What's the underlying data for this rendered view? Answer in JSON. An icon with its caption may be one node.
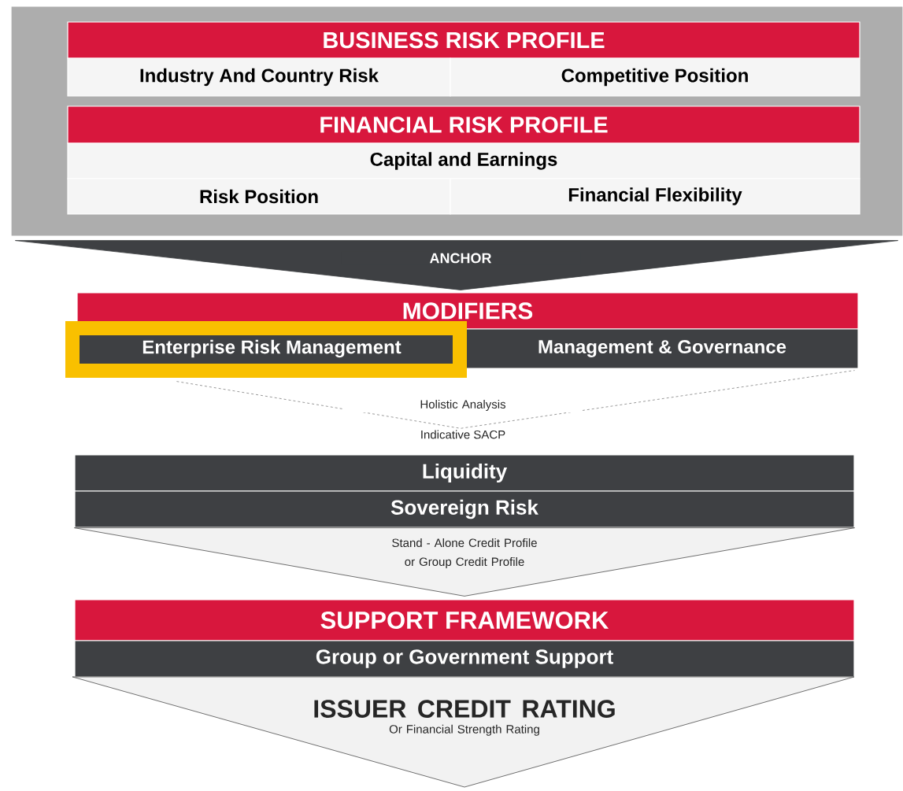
{
  "diagram": {
    "nodes": [
      {
        "text": [],
        "shape": "box"
      },
      {
        "text": [
          "BUSINESS RISK PROFILE"
        ],
        "in": 0
      },
      {
        "text": [
          "Industry And Country Risk"
        ],
        "in": 0
      },
      {
        "text": [
          "Competitive Position"
        ],
        "in": 0
      },
      {
        "text": [
          "FINANCIAL RISK PROFILE"
        ],
        "in": 0
      },
      {
        "text": [
          "Capital and Earnings"
        ],
        "in": 0
      },
      {
        "text": [
          "Risk Position"
        ],
        "in": 0
      },
      {
        "text": [
          "Financial Flexibility"
        ],
        "in": 0
      },
      {
        "text": [
          "MODIFIERS"
        ]
      },
      {
        "text": [
          "Enterprise Risk Management"
        ]
      },
      {
        "text": [
          "Management & Governance"
        ]
      },
      {
        "text": [
          "Indicative SACP"
        ]
      },
      {
        "text": [
          "Liquidity"
        ]
      },
      {
        "text": [
          "Sovereign Risk"
        ]
      },
      {
        "text": [
          "SUPPORT FRAMEWORK"
        ]
      },
      {
        "text": [
          "Group or Government Support"
        ]
      },
      {
        "text": [
          "ISSUER CREDIT RATING",
          "Or Financial Strength Rating"
        ]
      }
    ],
    "edges": [
      {
        "from": 0,
        "to": 8,
        "arrow": "to",
        "label": "ANCHOR"
      },
      {
        "from": 9,
        "to": 11,
        "arrow": "none",
        "style": "dashed",
        "label": "Holistic Analysis"
      },
      {
        "from": 10,
        "to": 11,
        "arrow": "none",
        "style": "dashed"
      },
      {
        "from": 13,
        "to": 14,
        "arrow": "to",
        "label": "Stand - Alone Credit Profile or Group Credit Profile"
      }
    ]
  }
}
